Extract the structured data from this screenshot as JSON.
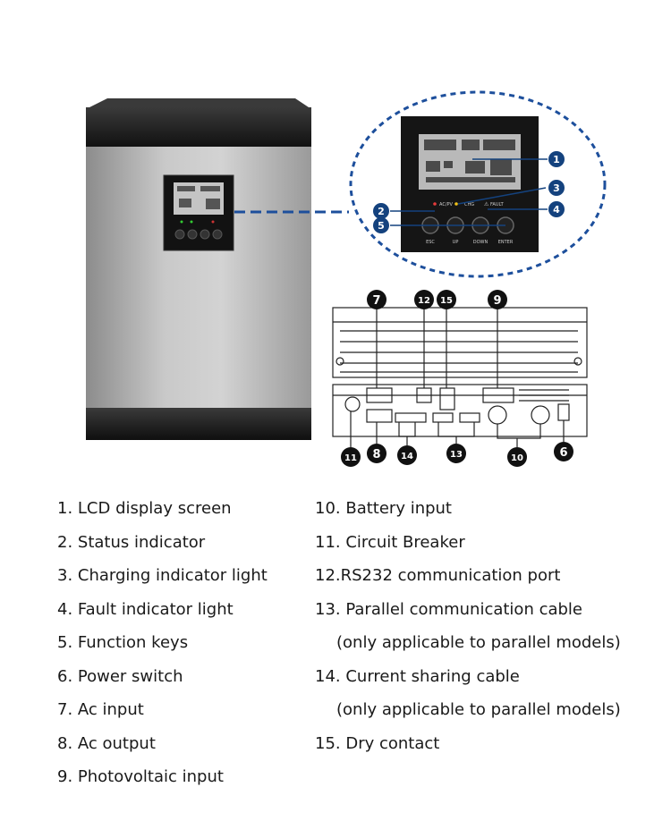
{
  "panel_labels": {
    "ac_pv": "AC/PV",
    "chg": "CHG",
    "fault": "FAULT",
    "esc": "ESC",
    "up": "UP",
    "down": "DOWN",
    "enter": "ENTER"
  },
  "callouts": [
    "1",
    "2",
    "3",
    "4",
    "5",
    "6",
    "7",
    "8",
    "9",
    "10",
    "11",
    "12",
    "13",
    "14",
    "15"
  ],
  "legend": {
    "left": [
      "1. LCD display screen",
      "2. Status indicator",
      "3. Charging indicator light",
      "4. Fault indicator light",
      "5. Function keys",
      "6. Power switch",
      "7. Ac input",
      "8. Ac output",
      "9. Photovoltaic input"
    ],
    "right": [
      "10. Battery input",
      "11. Circuit Breaker",
      "12.RS232 communication port",
      "13. Parallel communication cable",
      "(only applicable to parallel models)",
      "14. Current sharing cable",
      "(only applicable to parallel models)",
      "15. Dry contact"
    ]
  },
  "colors": {
    "callout_blue": "#14427e",
    "dashed_blue": "#1d4f9c",
    "panel_dark": "#151515",
    "lcd": "#b9b9b9"
  }
}
